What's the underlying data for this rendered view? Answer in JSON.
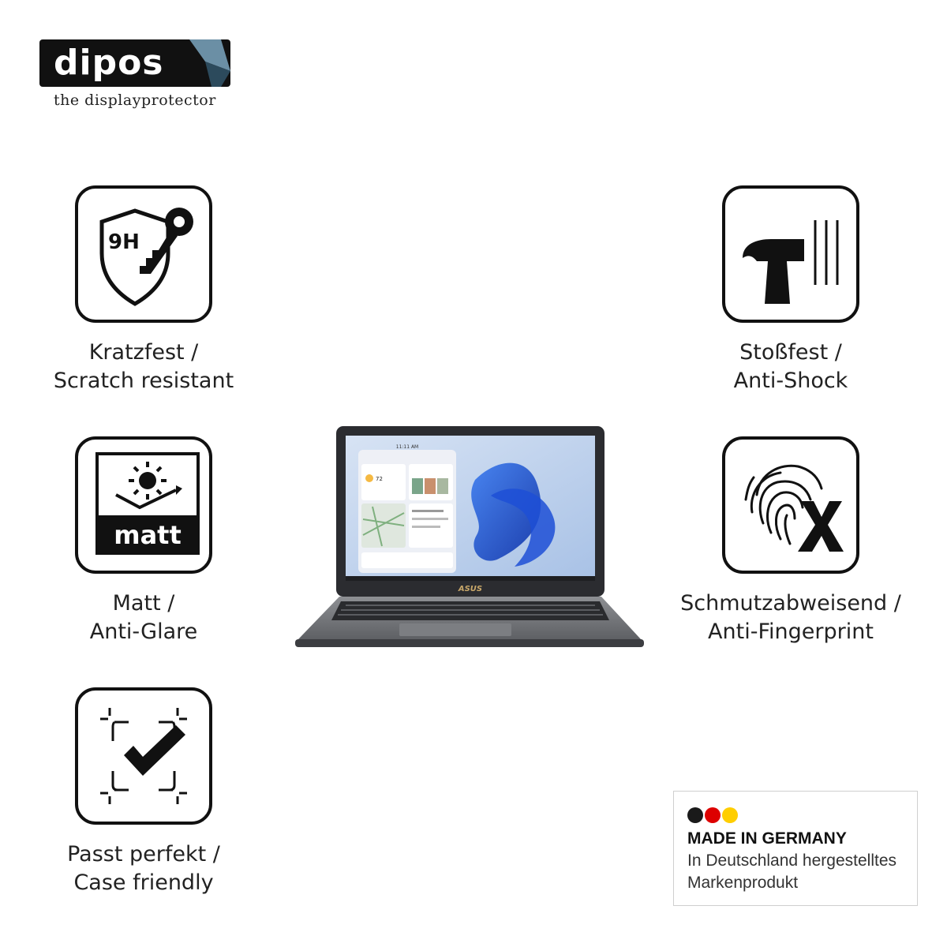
{
  "brand": {
    "logo_text": "dipos",
    "tagline": "the displayprotector"
  },
  "features": [
    {
      "icon": "scratch-resistant-9h-icon",
      "line1": "Kratzfest /",
      "line2": "Scratch resistant",
      "icon_text": "9H"
    },
    {
      "icon": "shock-resistant-hammer-icon",
      "line1": "Stoßfest /",
      "line2": "Anti-Shock"
    },
    {
      "icon": "matt-anti-glare-icon",
      "line1": "Matt /",
      "line2": "Anti-Glare",
      "icon_text": "matt"
    },
    {
      "icon": "anti-fingerprint-icon",
      "line1": "Schmutzabweisend /",
      "line2": "Anti-Fingerprint"
    },
    {
      "icon": "case-friendly-check-icon",
      "line1": "Passt perfekt /",
      "line2": "Case friendly"
    }
  ],
  "laptop": {
    "screen_time": "11:11 AM",
    "brand_text": "ASUS",
    "widget_temp": "72"
  },
  "made_in_germany": {
    "title": "MADE IN GERMANY",
    "line1": "In Deutschland hergestelltes",
    "line2": "Markenprodukt",
    "flag_colors": [
      "#1a1a1a",
      "#dd0000",
      "#ffce00"
    ]
  },
  "colors": {
    "icon_stroke": "#111111",
    "text": "#222222"
  }
}
